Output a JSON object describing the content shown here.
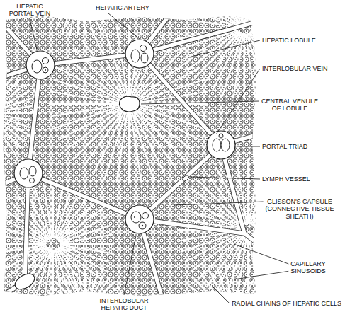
{
  "diagram": {
    "labels": [
      "HEPATIC PORTAL VEIN",
      "HEPATIC ARTERY",
      "HEPATIC LOBULE",
      "INTERLOBULAR VEIN",
      "CENTRAL VENULE OF LOBULE",
      "PORTAL TRIAD",
      "LYMPH VESSEL",
      "GLISSON'S CAPSULE (CONNECTIVE TISSUE SHEATH)",
      "CAPILLARY SINUSOIDS",
      "RADIAL CHAINS OF HEPATIC CELLS",
      "INTERLOBULAR HEPATIC DUCT"
    ]
  }
}
